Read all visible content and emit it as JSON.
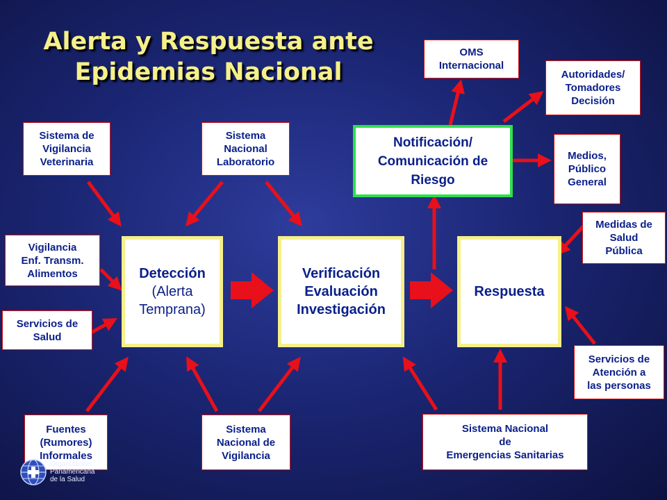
{
  "title": "Alerta y Respuesta ante\nEpidemias Nacional",
  "main_boxes": {
    "deteccion": {
      "title": "Detección",
      "subtitle": "(Alerta\nTemprana)"
    },
    "verificacion": {
      "title": "Verificación\nEvaluación\nInvestigación"
    },
    "respuesta": {
      "title": "Respuesta"
    }
  },
  "notificacion": "Notificación/\nComunicación de\nRiesgo",
  "sources": {
    "vet": "Sistema de\nVigilancia\nVeterinaria",
    "lab": "Sistema\nNacional\nLaboratorio",
    "alimentos": "Vigilancia\nEnf. Transm.\nAlimentos",
    "salud": "Servicios de\nSalud",
    "fuentes": "Fuentes\n(Rumores)\nInformales",
    "vigilancia": "Sistema\nNacional de\nVigilancia",
    "emergencias": "Sistema Nacional\nde\nEmergencias Sanitarias",
    "atencion": "Servicios de\nAtención a\nlas personas",
    "medidas": "Medidas de\nSalud\nPública"
  },
  "outputs": {
    "oms": "OMS\nInternacional",
    "autoridades": "Autoridades/\nTomadores\nDecisión",
    "medios": "Medios,\nPúblico\nGeneral"
  },
  "logo": {
    "org_name": "Organización\nPanamericana\nde la Salud",
    "icon": "globe-logo-icon"
  },
  "colors": {
    "background": "#1b2674",
    "title": "#f5f08a",
    "arrow": "#e8101a",
    "box_text": "#0a1f8a",
    "notif_border": "#2ee04a"
  }
}
